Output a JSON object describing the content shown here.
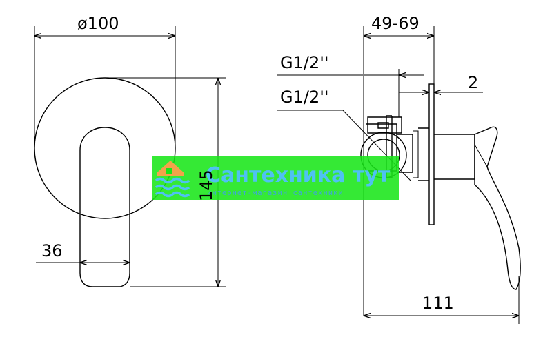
{
  "dimensions": {
    "diameter": "ø100",
    "height": "145",
    "spout_width": "36",
    "depth_range": "49-69",
    "thread_top": "G1/2''",
    "thread_bottom": "G1/2''",
    "plate_thickness": "2",
    "length": "111"
  },
  "watermark": {
    "title": "Сантехника тут",
    "subtitle": "интернет-магазин сантехники",
    "colors": {
      "band": "#19e619",
      "text": "#4fc1f2",
      "logo": "#f2a34a"
    }
  }
}
